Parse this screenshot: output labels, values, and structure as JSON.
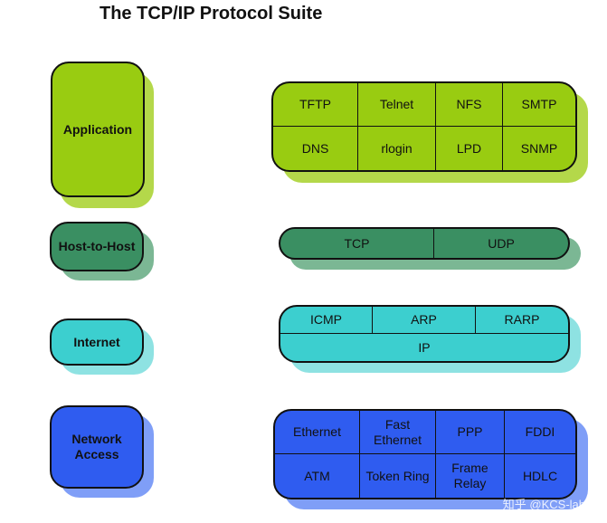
{
  "title": "The TCP/IP Protocol Suite",
  "colors": {
    "application": "#99cc11",
    "application_shadow": "#b4d84a",
    "host_to_host": "#3a8f62",
    "host_to_host_shadow": "#7bb794",
    "internet": "#3ccfcf",
    "internet_shadow": "#8ee2e2",
    "network_access": "#2f5cf0",
    "network_access_shadow": "#7f9ef7",
    "outline": "#111111"
  },
  "layers": [
    {
      "name": "Application"
    },
    {
      "name": "Host-to-Host"
    },
    {
      "name": "Internet"
    },
    {
      "name": "Network\nAccess"
    }
  ],
  "protocols": {
    "application": [
      "TFTP",
      "Telnet",
      "NFS",
      "SMTP",
      "DNS",
      "rlogin",
      "LPD",
      "SNMP"
    ],
    "host_to_host": [
      "TCP",
      "UDP"
    ],
    "internet_top": [
      "ICMP",
      "ARP",
      "RARP"
    ],
    "internet_bottom": "IP",
    "network_access": [
      "Ethernet",
      "Fast\nEthernet",
      "PPP",
      "FDDI",
      "ATM",
      "Token Ring",
      "Frame\nRelay",
      "HDLC"
    ]
  },
  "watermark": "知乎 @KCS-lab"
}
